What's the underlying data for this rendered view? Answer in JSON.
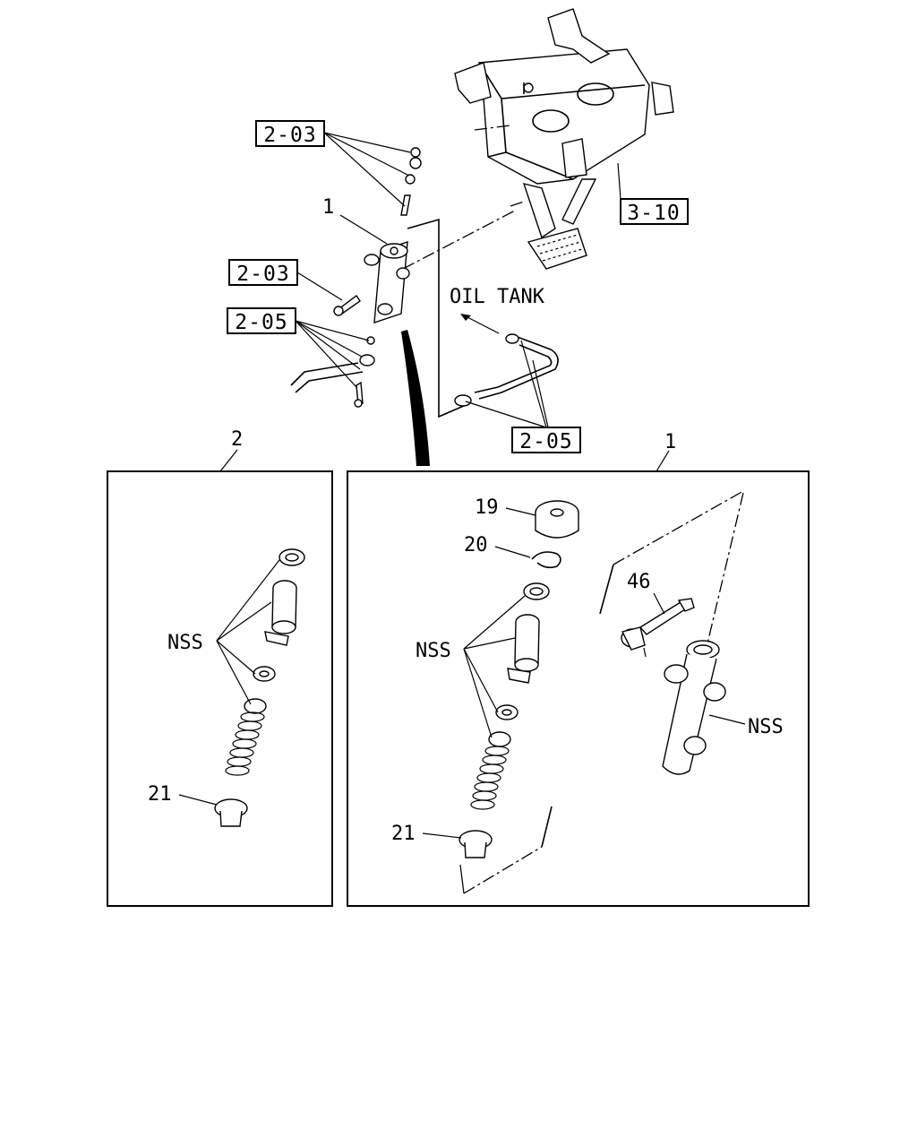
{
  "overview": {
    "ref_top_left": "2-03",
    "ref_mid_left": "2-03",
    "ref_left_washers": "2-05",
    "ref_bottom_clamps": "2-05",
    "ref_bracket": "3-10",
    "oil_tank_label": "OIL TANK",
    "callout_cylinder": "1"
  },
  "panel_left": {
    "number": "2",
    "nss_label": "NSS",
    "part_boot": "21"
  },
  "panel_right": {
    "number": "1",
    "part_cap": "19",
    "part_ring": "20",
    "part_connector": "46",
    "nss_label_kit": "NSS",
    "nss_label_body": "NSS",
    "part_boot": "21"
  }
}
